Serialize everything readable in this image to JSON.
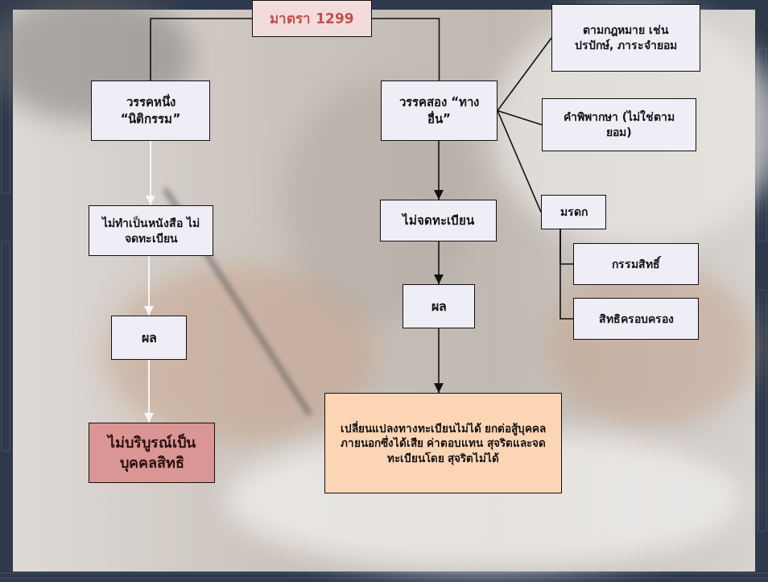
{
  "diagram": {
    "nodes": [
      {
        "text": [
          "มาตรา 1299"
        ]
      },
      {
        "text": [
          "วรรคหนึ่ง “นิติกรรม”"
        ]
      },
      {
        "text": [
          "วรรคสอง “ทางอื่น”"
        ]
      },
      {
        "text": [
          "ตามกฎหมาย เช่น ปรปักษ์, ภาระจำยอม"
        ]
      },
      {
        "text": [
          "คำพิพากษา (ไม่ใช่ตามยอม)"
        ]
      },
      {
        "text": [
          "มรดก"
        ]
      },
      {
        "text": [
          "กรรมสิทธิ์"
        ]
      },
      {
        "text": [
          "สิทธิครอบครอง"
        ]
      },
      {
        "text": [
          "ไม่ทำเป็นหนังสือ ไม่จดทะเบียน"
        ]
      },
      {
        "text": [
          "ไม่จดทะเบียน"
        ]
      },
      {
        "text": [
          "ผล"
        ]
      },
      {
        "text": [
          "ผล"
        ]
      },
      {
        "text": [
          "ไม่บริบูรณ์เป็น บุคคลสิทธิ"
        ]
      },
      {
        "text": [
          "เปลี่ยนแปลงทางทะเบียนไม่ได้ ยกต่อสู้บุคคลภายนอกซึ่งได้เสีย ค่าตอบแทน สุจริตและจดทะเบียนโดย สุจริตไม่ได้"
        ]
      }
    ],
    "edges": [
      {
        "from": 0,
        "to": 1,
        "arrow": "none"
      },
      {
        "from": 0,
        "to": 2,
        "arrow": "none"
      },
      {
        "from": 2,
        "to": 3,
        "arrow": "none"
      },
      {
        "from": 2,
        "to": 4,
        "arrow": "none"
      },
      {
        "from": 2,
        "to": 5,
        "arrow": "none"
      },
      {
        "from": 5,
        "to": 6,
        "arrow": "none"
      },
      {
        "from": 5,
        "to": 7,
        "arrow": "none"
      },
      {
        "from": 1,
        "to": 8,
        "arrow": "to"
      },
      {
        "from": 8,
        "to": 10,
        "arrow": "to"
      },
      {
        "from": 10,
        "to": 12,
        "arrow": "to"
      },
      {
        "from": 2,
        "to": 9,
        "arrow": "to"
      },
      {
        "from": 9,
        "to": 11,
        "arrow": "to"
      },
      {
        "from": 11,
        "to": 13,
        "arrow": "to"
      }
    ]
  }
}
